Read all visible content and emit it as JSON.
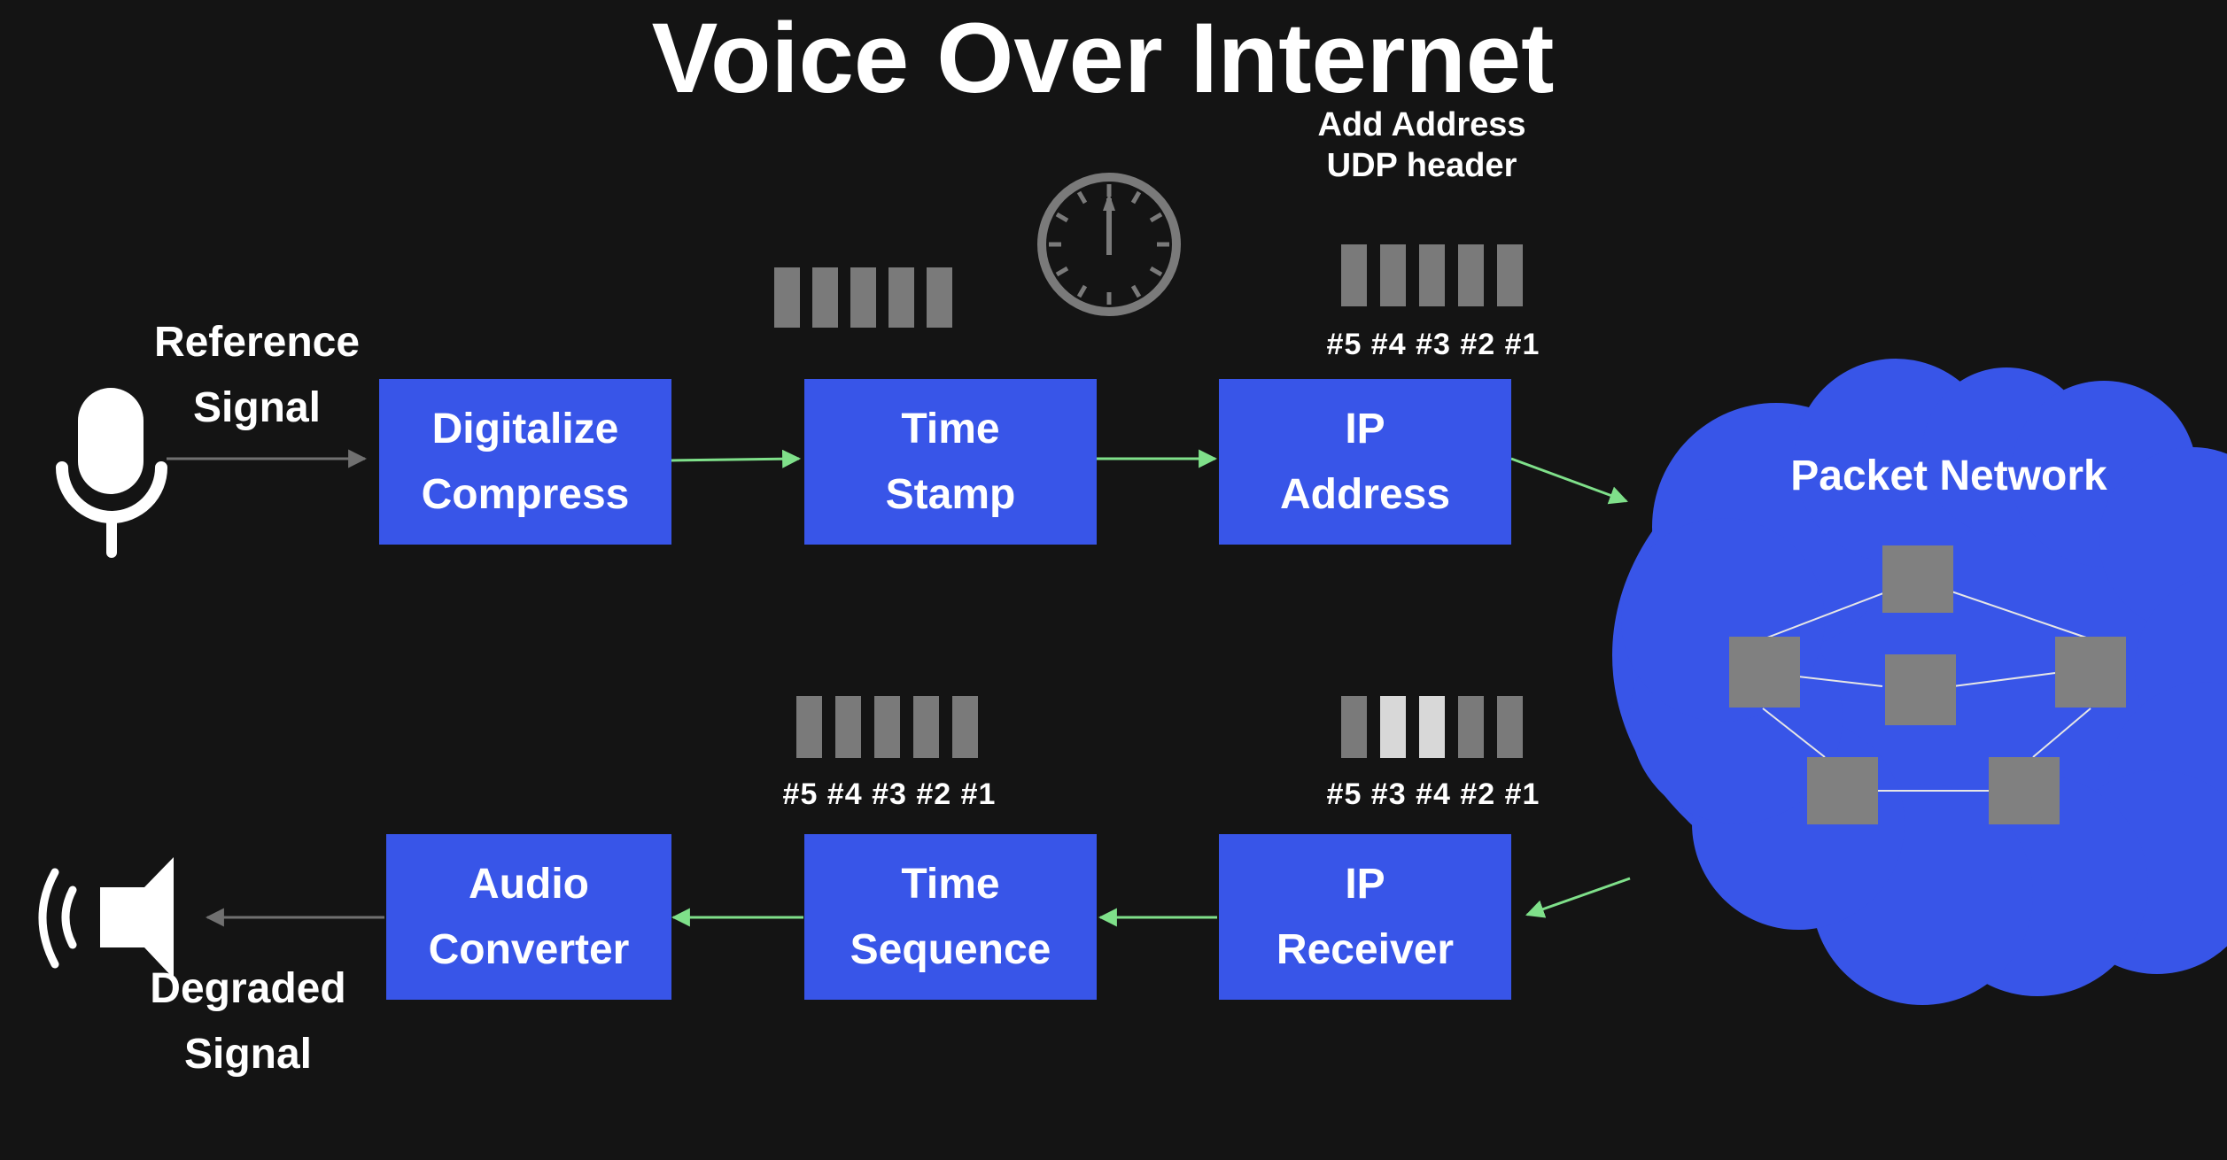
{
  "title": "Voice Over Internet",
  "reference_signal": [
    "Reference",
    "Signal"
  ],
  "degraded_signal": [
    "Degraded",
    "Signal"
  ],
  "boxes": {
    "digitalize_compress": [
      "Digitalize",
      "Compress"
    ],
    "time_stamp": [
      "Time",
      "Stamp"
    ],
    "ip_address": [
      "IP",
      "Address"
    ],
    "audio_converter": [
      "Audio",
      "Converter"
    ],
    "time_sequence": [
      "Time",
      "Sequence"
    ],
    "ip_receiver": [
      "IP",
      "Receiver"
    ]
  },
  "ip_note": [
    "Add Address",
    "UDP header"
  ],
  "packet_labels": {
    "top_right": "#5 #4 #3 #2 #1",
    "bottom_middle": "#5 #4 #3 #2 #1",
    "bottom_right": "#5 #3 #4 #2 #1"
  },
  "network_label": "Packet Network",
  "icons": {
    "microphone": "microphone-icon",
    "speaker": "speaker-icon",
    "clock": "clock-icon",
    "cloud": "cloud-icon"
  },
  "colors": {
    "background": "#141414",
    "box_blue": "#3855e8",
    "arrow_green": "#7fe08a",
    "arrow_gray": "#707070",
    "packet_gray": "#7a7a7a",
    "packet_highlight": "#d8d8d8",
    "node_gray": "#808080"
  }
}
